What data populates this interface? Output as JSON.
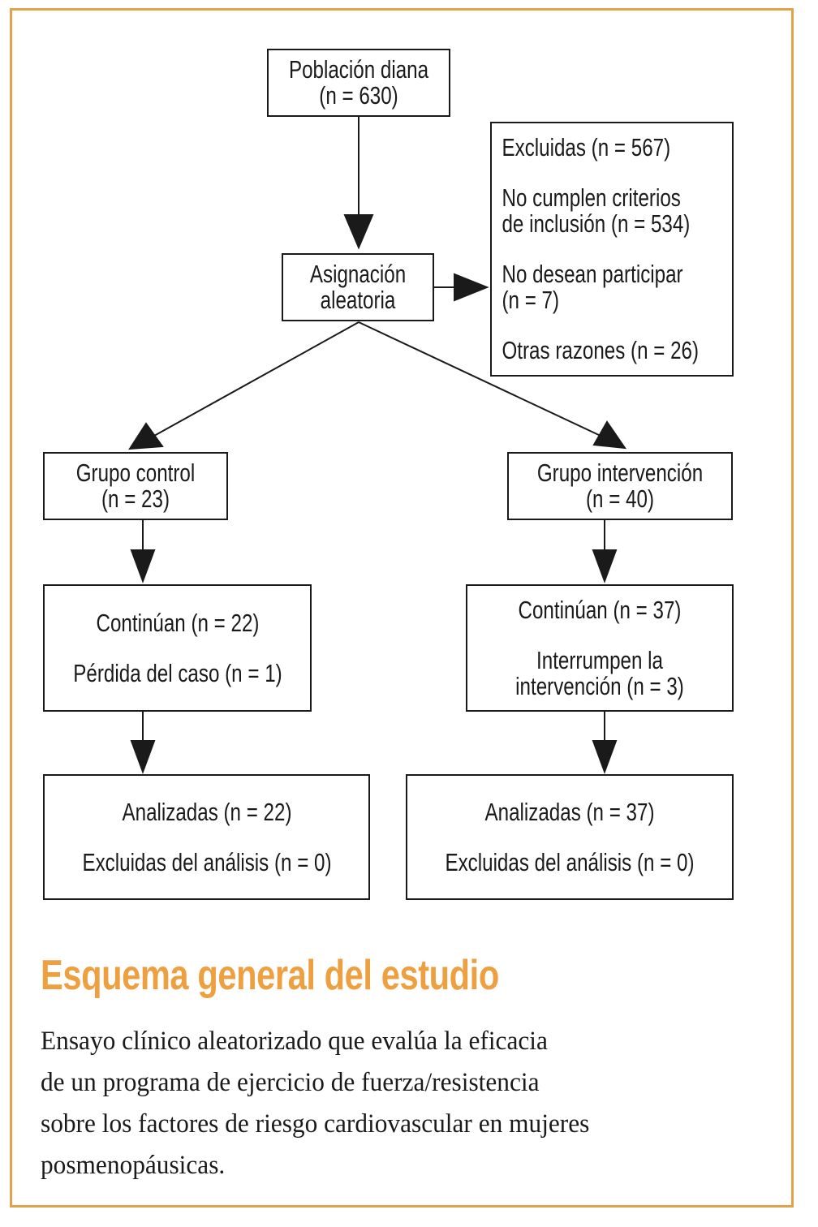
{
  "diagram": {
    "population": {
      "line1": "Población diana",
      "line2": "(n = 630)"
    },
    "excluded": {
      "total": "Excluidas (n = 567)",
      "criteria_line1": "No cumplen criterios",
      "criteria_line2": "de inclusión (n = 534)",
      "refuse_line1": "No desean participar",
      "refuse_line2": "(n = 7)",
      "other": "Otras razones (n = 26)"
    },
    "randomization": {
      "line1": "Asignación",
      "line2": "aleatoria"
    },
    "control": {
      "group_line1": "Grupo control",
      "group_line2": "(n = 23)",
      "continue": "Continúan (n = 22)",
      "lost": "Pérdida del caso (n = 1)",
      "analyzed": "Analizadas (n = 22)",
      "excluded_analysis": "Excluidas del análisis (n = 0)"
    },
    "intervention": {
      "group_line1": "Grupo intervención",
      "group_line2": "(n = 40)",
      "continue": "Continúan (n = 37)",
      "interrupt_line1": "Interrumpen la",
      "interrupt_line2": "intervención (n = 3)",
      "analyzed": "Analizadas (n = 37)",
      "excluded_analysis": "Excluidas del análisis (n = 0)"
    }
  },
  "caption": {
    "title": "Esquema general del estudio",
    "lines": [
      "Ensayo clínico aleatorizado que evalúa la eficacia",
      "de un programa de ejercicio de fuerza/resistencia",
      "sobre los factores de riesgo cardiovascular en mujeres",
      "posmenopáusicas."
    ]
  },
  "colors": {
    "accent": "#eea040",
    "frame": "#e3a24a",
    "ink": "#1a1a1a"
  }
}
